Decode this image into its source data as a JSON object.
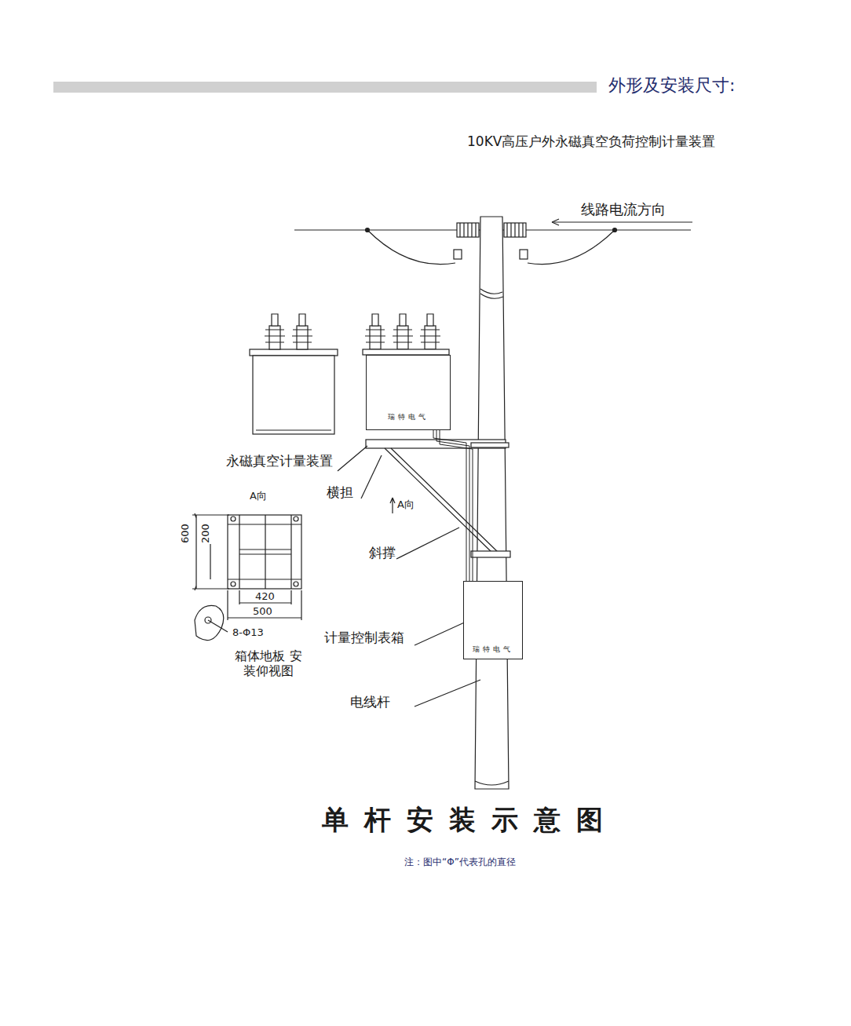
{
  "diagram": {
    "title": "外形及安装尺寸:",
    "caption": "单杆安装示意图",
    "nodes": [
      {
        "text": [
          "瑞特电气"
        ]
      },
      {
        "text": [
          "瑞特电气"
        ]
      }
    ],
    "edges": [
      {
        "from": 0,
        "to": 1,
        "arrow": "none"
      }
    ],
    "labels": [
      "10KV高压户外永磁真空负荷控制计量装置",
      "线路电流方向",
      "永磁真空计量装置",
      "横担",
      "A向",
      "A向",
      "斜撑",
      "计量控制表箱",
      "电线杆",
      "600",
      "200",
      "420",
      "500",
      "8-Φ13",
      "箱体地板 安装仰视图",
      "注：图中“Φ”代表孔的直径"
    ]
  }
}
